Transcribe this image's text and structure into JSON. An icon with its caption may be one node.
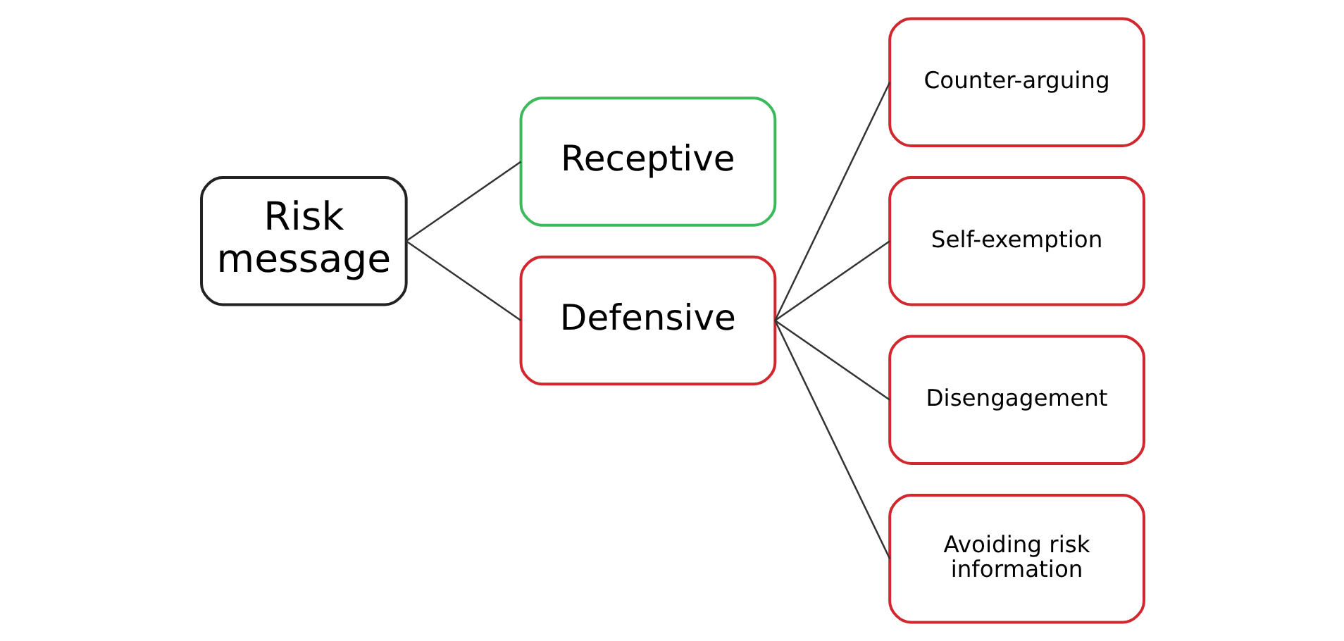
{
  "diagram": {
    "nodes": [
      {
        "text": [
          "Risk message"
        ]
      },
      {
        "text": [
          "Receptive"
        ]
      },
      {
        "text": [
          "Defensive"
        ]
      },
      {
        "text": [
          "Counter-arguing"
        ]
      },
      {
        "text": [
          "Self-exemption"
        ]
      },
      {
        "text": [
          "Disengagement"
        ]
      },
      {
        "text": [
          "Avoiding risk information"
        ]
      }
    ],
    "edges": [
      {
        "from": 0,
        "to": 1,
        "arrow": "none"
      },
      {
        "from": 0,
        "to": 2,
        "arrow": "none"
      },
      {
        "from": 2,
        "to": 3,
        "arrow": "none"
      },
      {
        "from": 2,
        "to": 4,
        "arrow": "none"
      },
      {
        "from": 2,
        "to": 5,
        "arrow": "none"
      },
      {
        "from": 2,
        "to": 6,
        "arrow": "none"
      }
    ]
  }
}
